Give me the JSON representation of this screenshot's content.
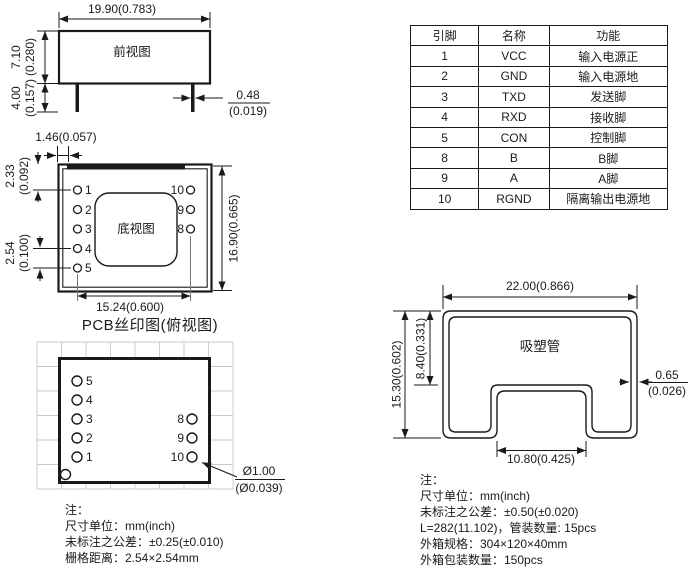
{
  "front_view": {
    "label": "前视图",
    "dim_width": "19.90(0.783)",
    "dim_height_mm": "7.10",
    "dim_height_inch": "(0.280)",
    "dim_pin_len_mm": "4.00",
    "dim_pin_len_inch": "(0.157)",
    "dim_pin_w_mm": "0.48",
    "dim_pin_w_inch": "(0.019)"
  },
  "bottom_view": {
    "label": "底视图",
    "dim_edge_offset": "1.46(0.057)",
    "dim_top_offset_mm": "2.33",
    "dim_top_offset_inch": "(0.092)",
    "dim_pitch_mm": "2.54",
    "dim_pitch_inch": "(0.100)",
    "dim_height": "16.90(0.665)",
    "dim_row_span": "15.24(0.600)",
    "left_pins": [
      "1",
      "2",
      "3",
      "4",
      "5"
    ],
    "right_pins": [
      "10",
      "9",
      "8"
    ]
  },
  "pcb": {
    "title": "PCB丝印图(俯视图)",
    "left_pins": [
      "5",
      "4",
      "3",
      "2",
      "1"
    ],
    "right_pins": [
      "8",
      "9",
      "10"
    ],
    "hole_dia_mm": "Ø1.00",
    "hole_dia_inch": "(Ø0.039)"
  },
  "pin_table": {
    "headers": [
      "引脚",
      "名称",
      "功能"
    ],
    "rows": [
      [
        "1",
        "VCC",
        "输入电源正"
      ],
      [
        "2",
        "GND",
        "输入电源地"
      ],
      [
        "3",
        "TXD",
        "发送脚"
      ],
      [
        "4",
        "RXD",
        "接收脚"
      ],
      [
        "5",
        "CON",
        "控制脚"
      ],
      [
        "8",
        "B",
        "B脚"
      ],
      [
        "9",
        "A",
        "A脚"
      ],
      [
        "10",
        "RGND",
        "隔离输出电源地"
      ]
    ]
  },
  "tube": {
    "label": "吸塑管",
    "dim_width": "22.00(0.866)",
    "dim_height": "15.30(0.602)",
    "dim_inner_height": "8.40(0.331)",
    "dim_wall_mm": "0.65",
    "dim_wall_inch": "(0.026)",
    "dim_notch": "10.80(0.425)"
  },
  "notes_left": {
    "title": "注：",
    "lines": [
      "尺寸单位：mm(inch)",
      "未标注之公差：±0.25(±0.010)",
      "栅格距离：2.54×2.54mm"
    ]
  },
  "notes_right": {
    "title": "注：",
    "lines": [
      "尺寸单位：mm(inch)",
      "未标注之公差：±0.50(±0.020)",
      "L=282(11.102)，管装数量: 15pcs",
      "外箱规格：304×120×40mm",
      "外箱包装数量：150pcs"
    ]
  },
  "colors": {
    "line": "#1a1a1a",
    "background": "#ffffff",
    "grid": "#c9c9c9"
  }
}
